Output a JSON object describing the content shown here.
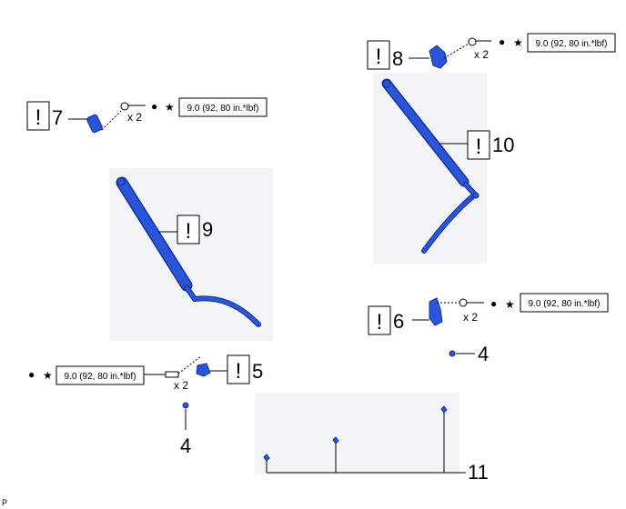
{
  "diagram": {
    "callouts": {
      "c4a": "4",
      "c4b": "4",
      "c5": "5",
      "c6": "6",
      "c7": "7",
      "c8": "8",
      "c9": "9",
      "c10": "10",
      "c11": "11"
    },
    "caution_mark": "!",
    "star_symbol": "★",
    "bullet_symbol": "●",
    "torque_spec": "9.0 (92, 80 in.*lbf)",
    "quantity": "x 2",
    "corner_label": "P"
  }
}
